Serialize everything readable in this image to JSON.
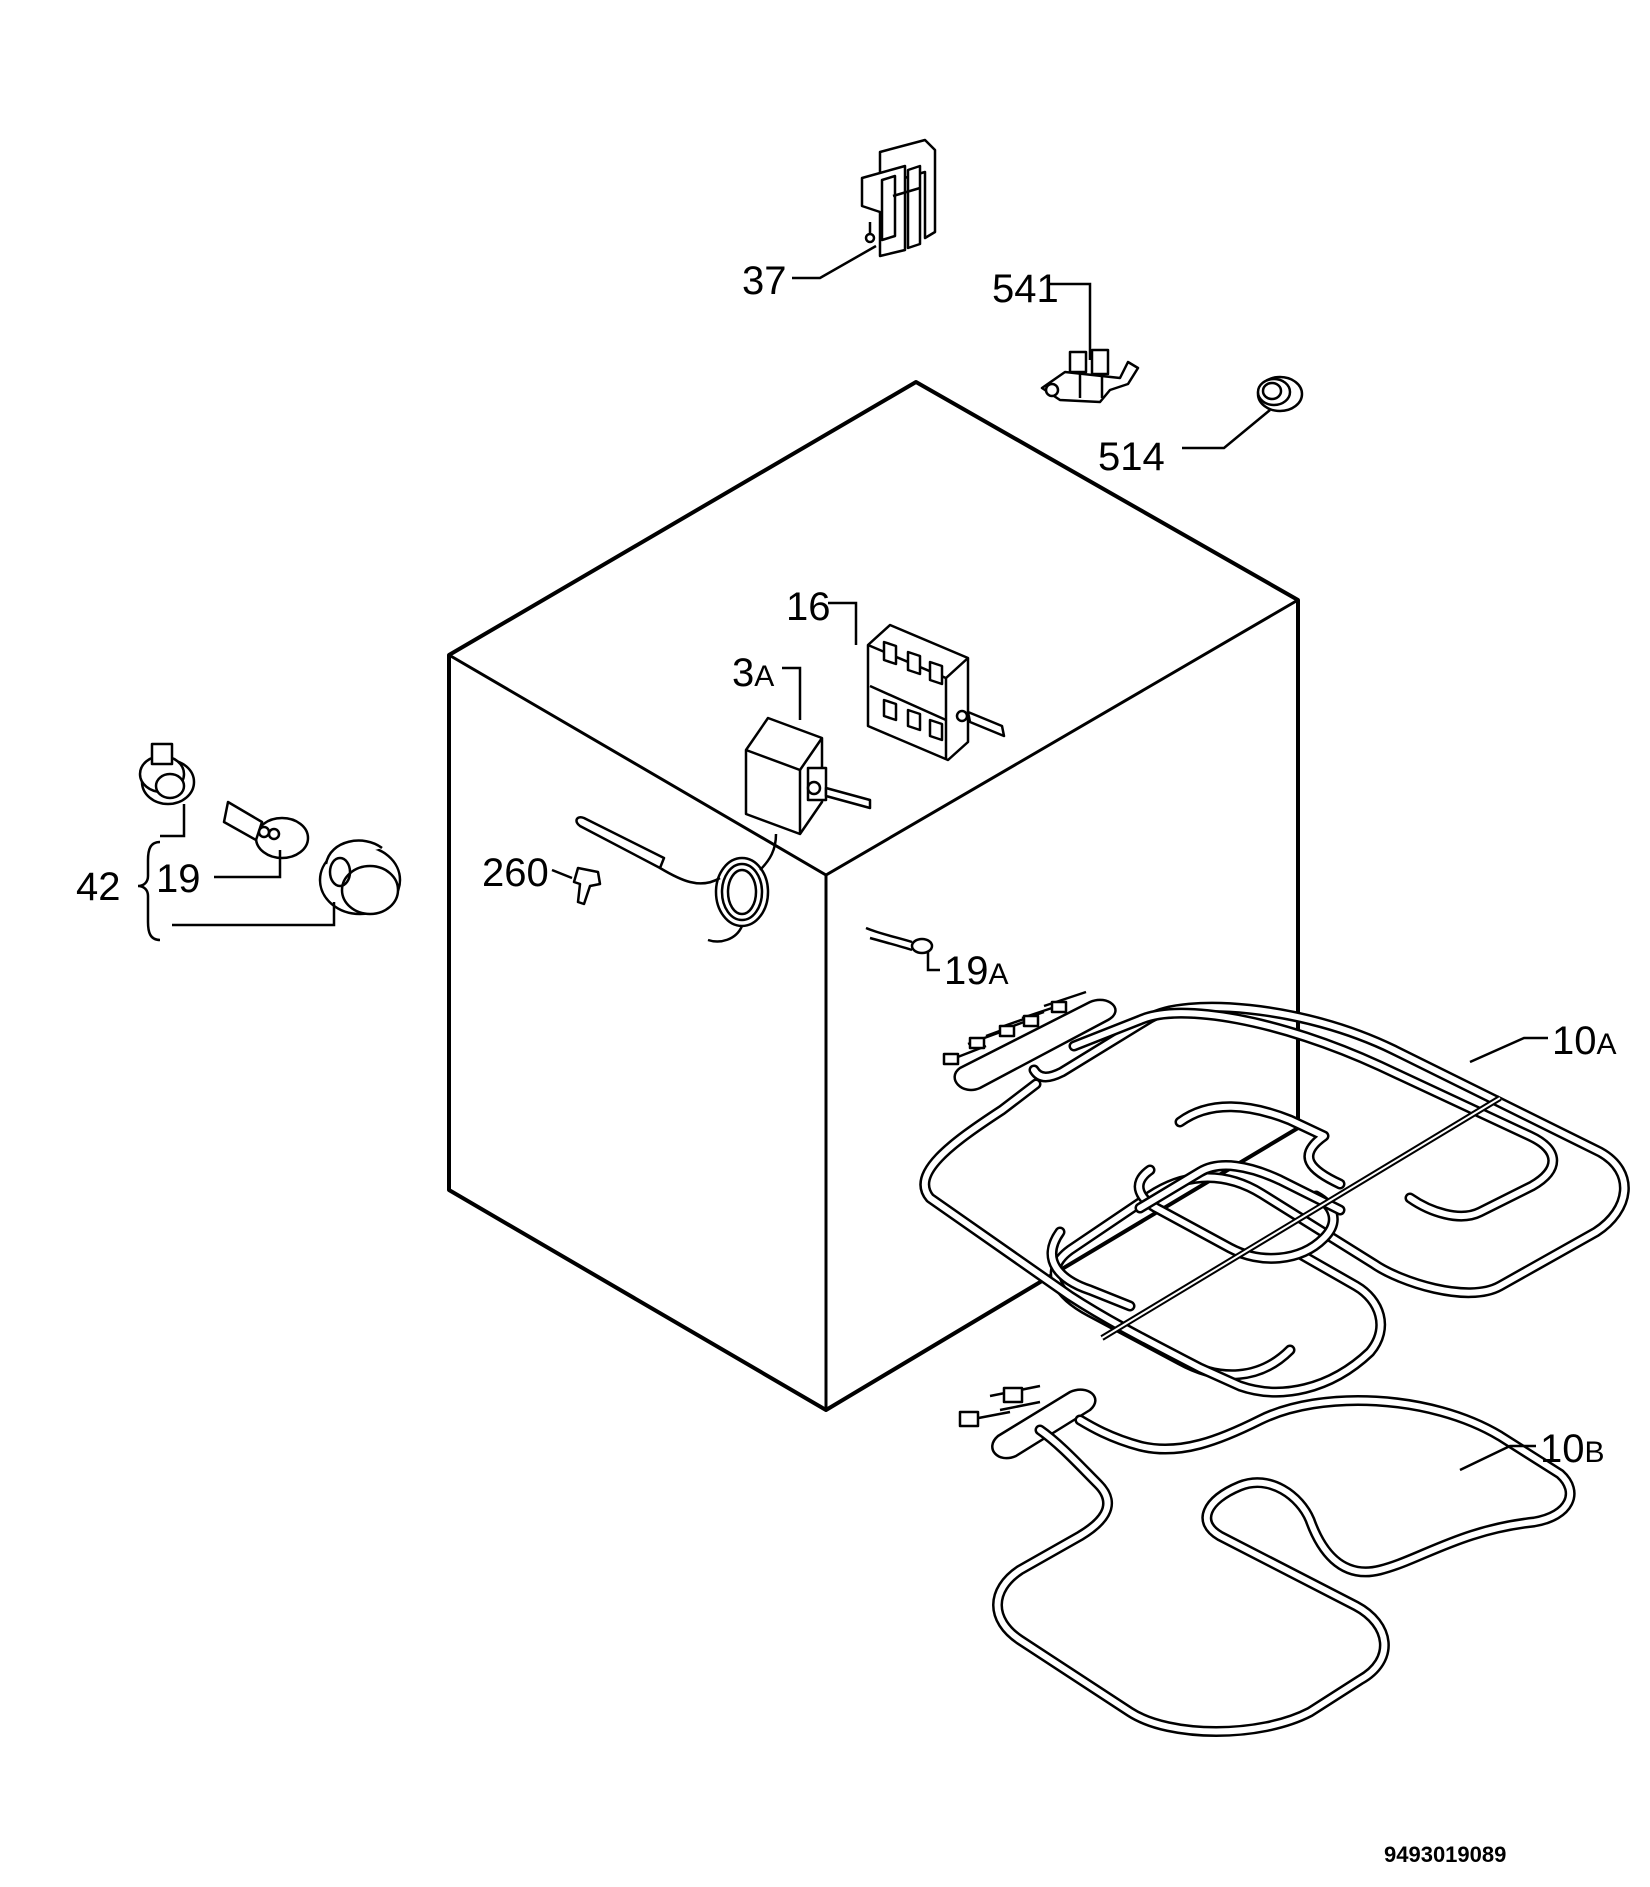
{
  "document_number": "9493019089",
  "labels": {
    "p37": "37",
    "p541": "541",
    "p514": "514",
    "p16": "16",
    "p3a_num": "3",
    "p3a_suf": "A",
    "p42": "42",
    "p19": "19",
    "p260": "260",
    "p19a_num": "19",
    "p19a_suf": "A",
    "p10a_num": "10",
    "p10a_suf": "A",
    "p10b_num": "10",
    "p10b_suf": "B"
  }
}
